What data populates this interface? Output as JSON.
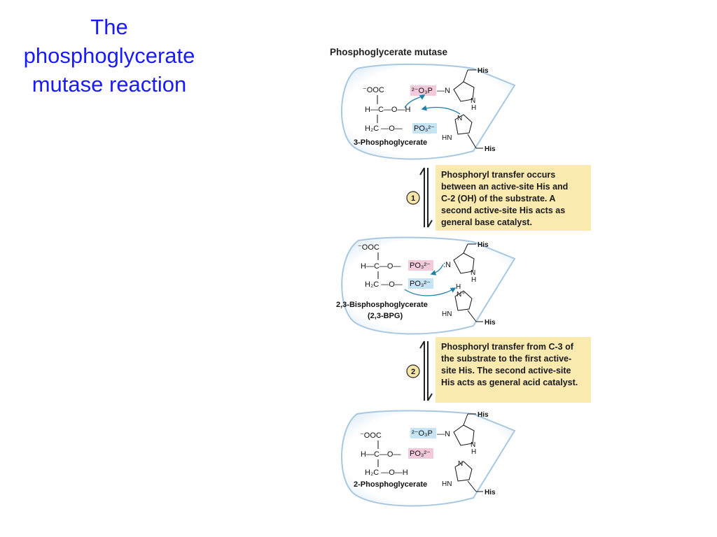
{
  "slide": {
    "title_lines": [
      "The",
      "phosphoglycerate",
      "mutase reaction"
    ]
  },
  "figure": {
    "title": "Phosphoglycerate mutase",
    "enzyme_label": "His",
    "step1": {
      "number": "1",
      "note_lines": [
        "Phosphoryl transfer occurs",
        "between an active-site His and",
        "C-2 (OH) of the substrate. A",
        "second active-site His acts as",
        "general base catalyst."
      ]
    },
    "step2": {
      "number": "2",
      "note_lines": [
        "Phosphoryl transfer from C-3 of",
        "the substrate to the first active-",
        "site His. The second active-site",
        "His acts as general acid catalyst."
      ]
    },
    "panel1": {
      "label": "3-Phosphoglycerate"
    },
    "panel2": {
      "label_line1": "2,3-Bisphosphoglycerate",
      "label_line2": "(2,3-BPG)"
    },
    "panel3": {
      "label": "2-Phosphoglycerate"
    }
  },
  "colors": {
    "title": "#1a1aff",
    "cell_fill": "#ffffff",
    "cell_stroke": "#a8c8e0",
    "note_bg": "#faeab0",
    "pink_box": "#f3c9dc",
    "blue_box": "#c7e4f4",
    "arrow": "#1f7fa8"
  }
}
